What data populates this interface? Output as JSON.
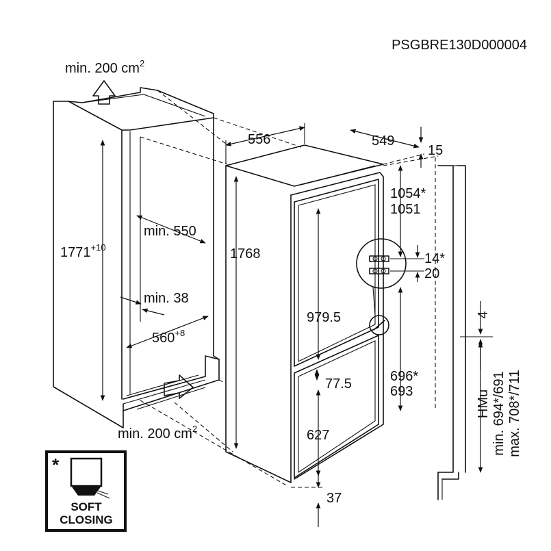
{
  "code": "PSGBRE130D000004",
  "vent_top": {
    "text": "min. 200 cm",
    "sup": "2"
  },
  "vent_bottom": {
    "text": "min. 200 cm",
    "sup": "2"
  },
  "niche": {
    "height": {
      "value": "1771",
      "sup": "+10"
    },
    "depth": "min. 550",
    "gap": "min. 38",
    "width": {
      "value": "560",
      "sup": "+8"
    }
  },
  "appliance": {
    "width": "556",
    "depth": "549",
    "top_gap": "15",
    "height": "1768",
    "upper_door": "979.5",
    "lower_door": "627",
    "door_gap": "77.5",
    "bottom_gap": "37",
    "hinge_upper": [
      "1054*",
      "1051"
    ],
    "hinge_lower": [
      "696*",
      "693"
    ],
    "hinge_offset_1": "14*",
    "hinge_offset_2": "20"
  },
  "side_panel": {
    "top_gap": "4",
    "hmu": "HMu",
    "min": "min. 694*/691",
    "max": "max. 708*/711"
  },
  "soft_closing": {
    "asterisk": "*",
    "line1": "SOFT",
    "line2": "CLOSING"
  }
}
